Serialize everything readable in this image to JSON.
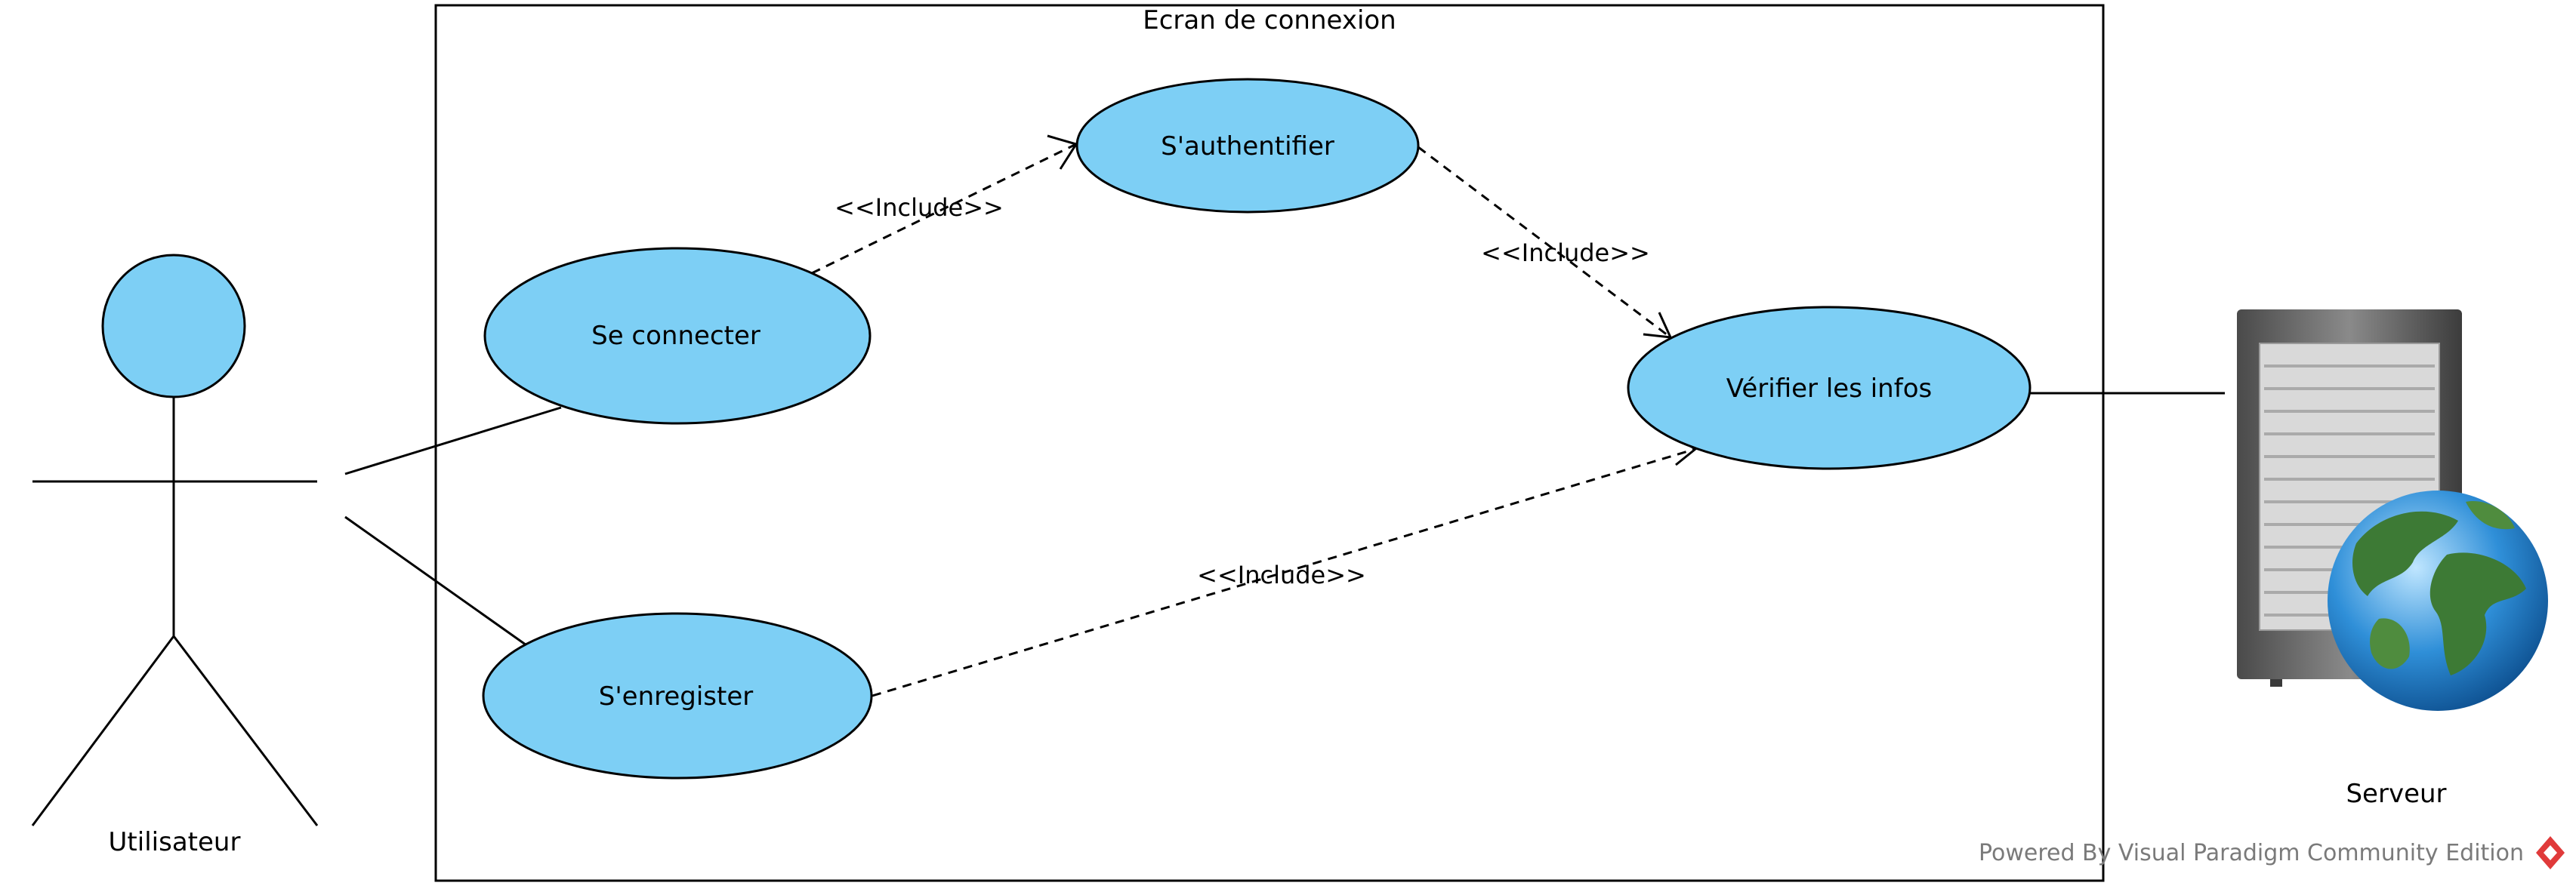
{
  "diagram": {
    "type": "uml-use-case",
    "system_boundary": {
      "title": "Ecran de connexion"
    },
    "actors": {
      "user": {
        "label": "Utilisateur"
      },
      "server": {
        "label": "Serveur",
        "icon": "server-globe-icon"
      }
    },
    "use_cases": {
      "authenticate": {
        "label": "S'authentifier"
      },
      "connect": {
        "label": "Se connecter"
      },
      "verify": {
        "label": "Vérifier les infos"
      },
      "register": {
        "label": "S'enregister"
      }
    },
    "relations": [
      {
        "from": "connect",
        "to": "authenticate",
        "stereotype": "<<Include>>"
      },
      {
        "from": "authenticate",
        "to": "verify",
        "stereotype": "<<Include>>"
      },
      {
        "from": "register",
        "to": "verify",
        "stereotype": "<<Include>>"
      }
    ],
    "associations": [
      {
        "actor": "user",
        "use_case": "connect"
      },
      {
        "actor": "user",
        "use_case": "register"
      },
      {
        "actor": "server",
        "use_case": "verify"
      }
    ],
    "colors": {
      "use_case_fill": "#7DCFF5",
      "stroke": "#000000",
      "actor_head_fill": "#7DCFF5"
    }
  },
  "watermark": {
    "text": "Powered By Visual Paradigm Community Edition"
  }
}
